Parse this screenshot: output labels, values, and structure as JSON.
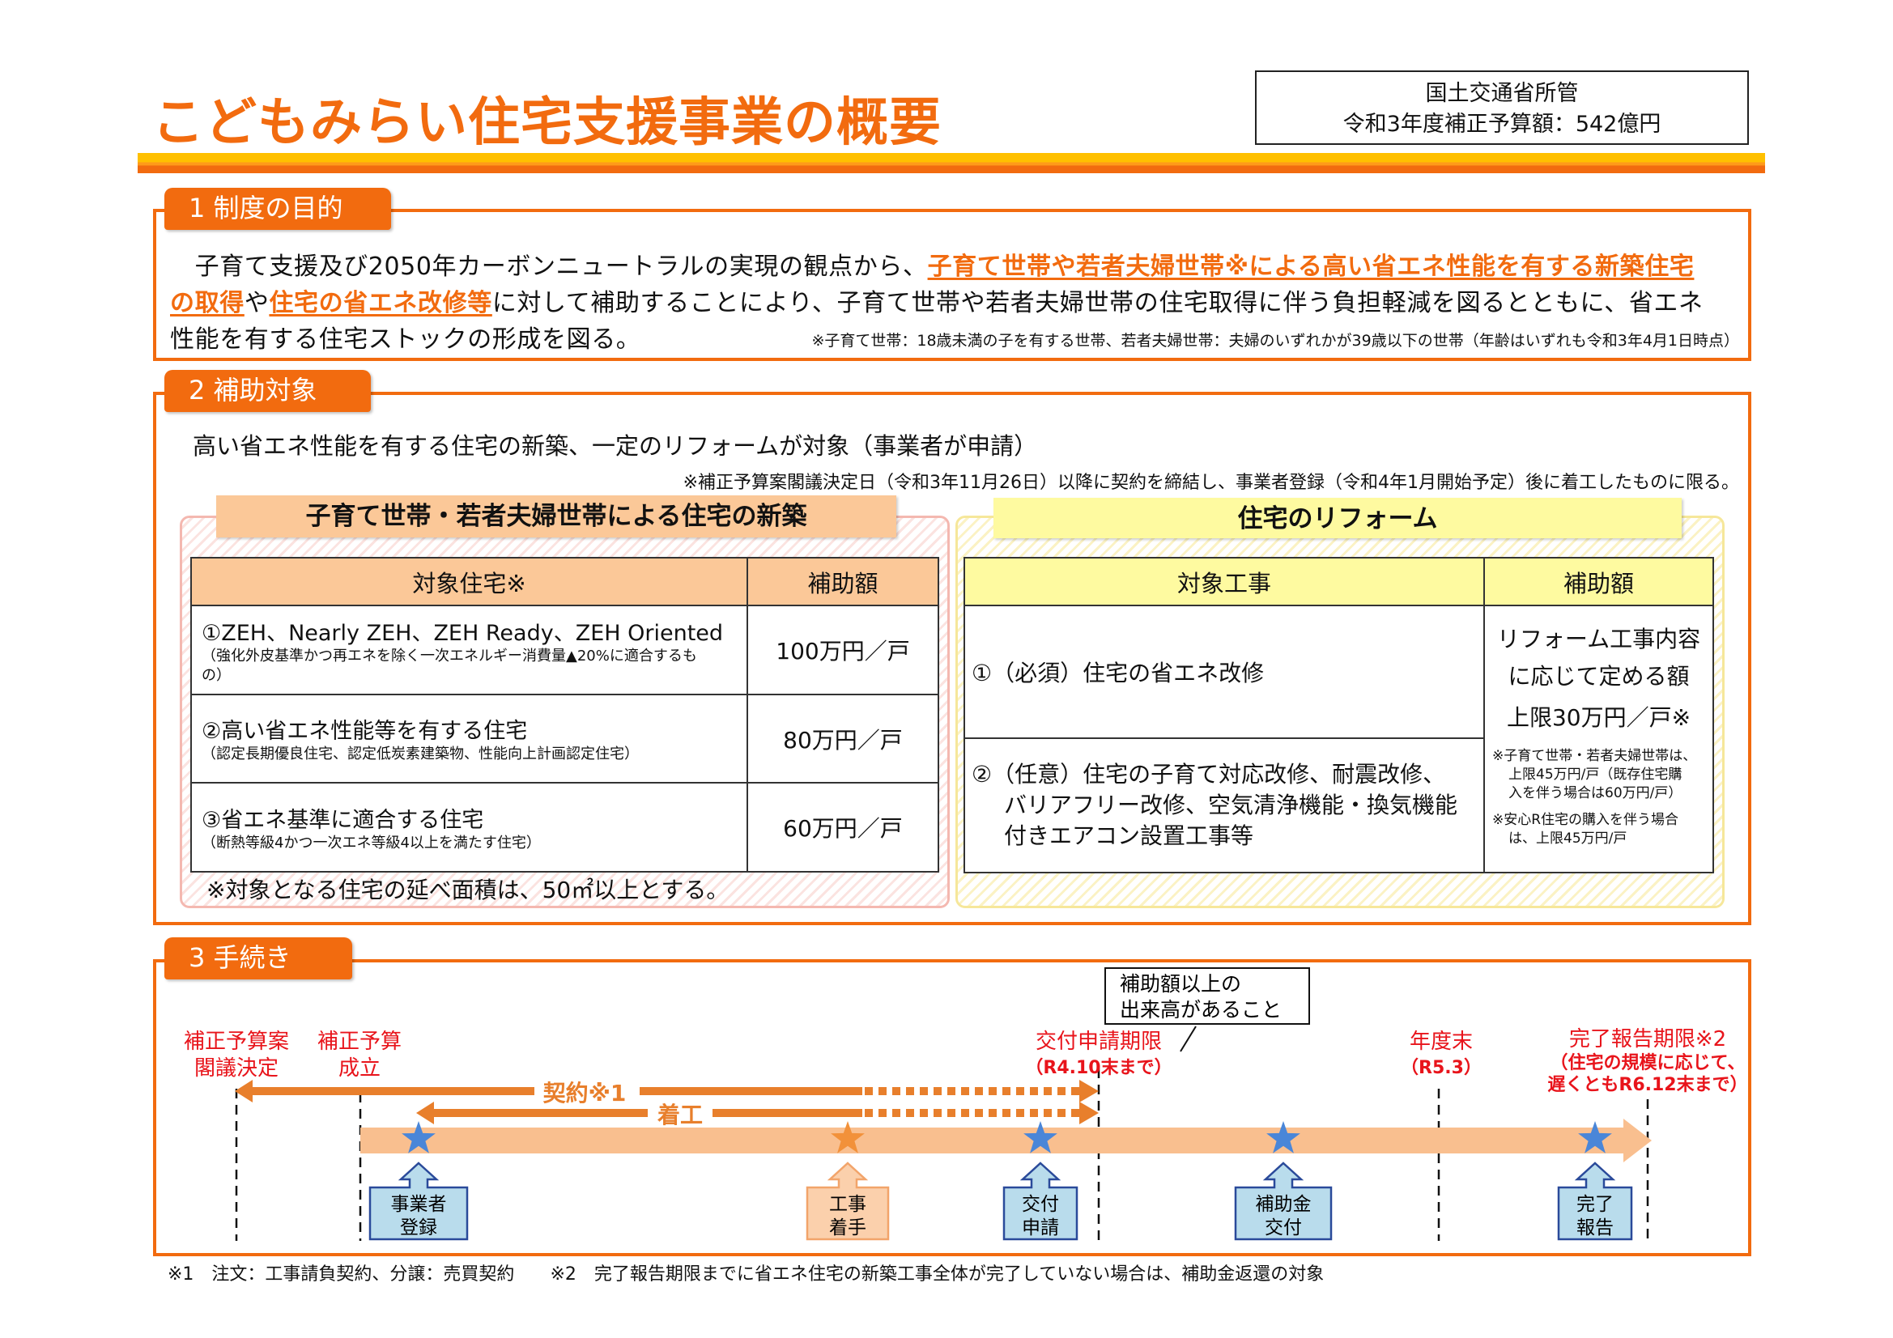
{
  "header": {
    "title": "こどもみらい住宅支援事業の概要",
    "ministry": "国土交通省所管",
    "budget": "令和3年度補正予算額：542億円"
  },
  "section1": {
    "tab": "1 制度の目的",
    "line1_plain": "子育て支援及び2050年カーボンニュートラルの実現の観点から、",
    "line1_highlight": "子育て世帯や若者夫婦世帯※による高い省エネ性能を有する新築住宅",
    "line2_highlight_a": "の取得",
    "line2_plain_a": "や",
    "line2_highlight_b": "住宅の省エネ改修等",
    "line2_plain_b": "に対して補助することにより、子育て世帯や若者夫婦世帯の住宅取得に伴う負担軽減を図るとともに、省エネ",
    "line3": "性能を有する住宅ストックの形成を図る。",
    "note": "※子育て世帯：18歳未満の子を有する世帯、若者夫婦世帯：夫婦のいずれかが39歳以下の世帯（年齢はいずれも令和3年4月1日時点）"
  },
  "section2": {
    "tab": "2 補助対象",
    "lead": "高い省エネ性能を有する住宅の新築、一定のリフォームが対象（事業者が申請）",
    "note": "※補正予算案閣議決定日（令和3年11月26日）以降に契約を締結し、事業者登録（令和4年1月開始予定）後に着工したものに限る。",
    "new_build": {
      "title": "子育て世帯・若者夫婦世帯による住宅の新築",
      "col1": "対象住宅※",
      "col2": "補助額",
      "rows": [
        {
          "main": "①ZEH、Nearly ZEH、ZEH Ready、ZEH Oriented",
          "sub": "（強化外皮基準かつ再エネを除く一次エネルギー消費量▲20%に適合するもの）",
          "amount": "100万円／戸"
        },
        {
          "main": "②高い省エネ性能等を有する住宅",
          "sub": "（認定長期優良住宅、認定低炭素建築物、性能向上計画認定住宅）",
          "amount": "80万円／戸"
        },
        {
          "main": "③省エネ基準に適合する住宅",
          "sub": "（断熱等級4かつ一次エネ等級4以上を満たす住宅）",
          "amount": "60万円／戸"
        }
      ],
      "footnote": "※対象となる住宅の延べ面積は、50㎡以上とする。"
    },
    "reform": {
      "title": "住宅のリフォーム",
      "col1": "対象工事",
      "col2": "補助額",
      "row1": "①（必須）住宅の省エネ改修",
      "row2_l1": "②（任意）住宅の子育て対応改修、耐震改修、",
      "row2_l2": "バリアフリー改修、空気清浄機能・換気機能",
      "row2_l3": "付きエアコン設置工事等",
      "amount_l1": "リフォーム工事内容",
      "amount_l2": "に応じて定める額",
      "amount_l3": "上限30万円／戸※",
      "note1_l1": "※子育て世帯・若者夫婦世帯は、",
      "note1_l2": "上限45万円/戸（既存住宅購",
      "note1_l3": "入を伴う場合は60万円/戸）",
      "note2_l1": "※安心R住宅の購入を伴う場合",
      "note2_l2": "は、上限45万円/戸"
    }
  },
  "section3": {
    "tab": "3 手続き",
    "milestones": [
      {
        "l1": "補正予算案",
        "l2": "閣議決定"
      },
      {
        "l1": "補正予算",
        "l2": "成立"
      },
      {
        "l1": "交付申請期限",
        "l2": "（R4.10末まで）"
      },
      {
        "l1": "年度末",
        "l2": "（R5.3）"
      },
      {
        "l1": "完了報告期限※2",
        "l2": "（住宅の規模に応じて、",
        "l3": "遅くともR6.12末まで）"
      }
    ],
    "contract": "契約※1",
    "construction": "着工",
    "callout_l1": "補助額以上の",
    "callout_l2": "出来高があること",
    "steps": [
      {
        "l1": "事業者",
        "l2": "登録"
      },
      {
        "l1": "工事",
        "l2": "着手"
      },
      {
        "l1": "交付",
        "l2": "申請"
      },
      {
        "l1": "補助金",
        "l2": "交付"
      },
      {
        "l1": "完了",
        "l2": "報告"
      }
    ],
    "footnote1": "※1　注文：工事請負契約、分譲：売買契約",
    "footnote2": "※2　完了報告期限までに省エネ住宅の新築工事全体が完了していない場合は、補助金返還の対象"
  },
  "colors": {
    "accent": "#f26b0f",
    "deadline_red": "#e8141b",
    "step_blue": "#b9dcec",
    "star_blue": "#4a86d8"
  }
}
